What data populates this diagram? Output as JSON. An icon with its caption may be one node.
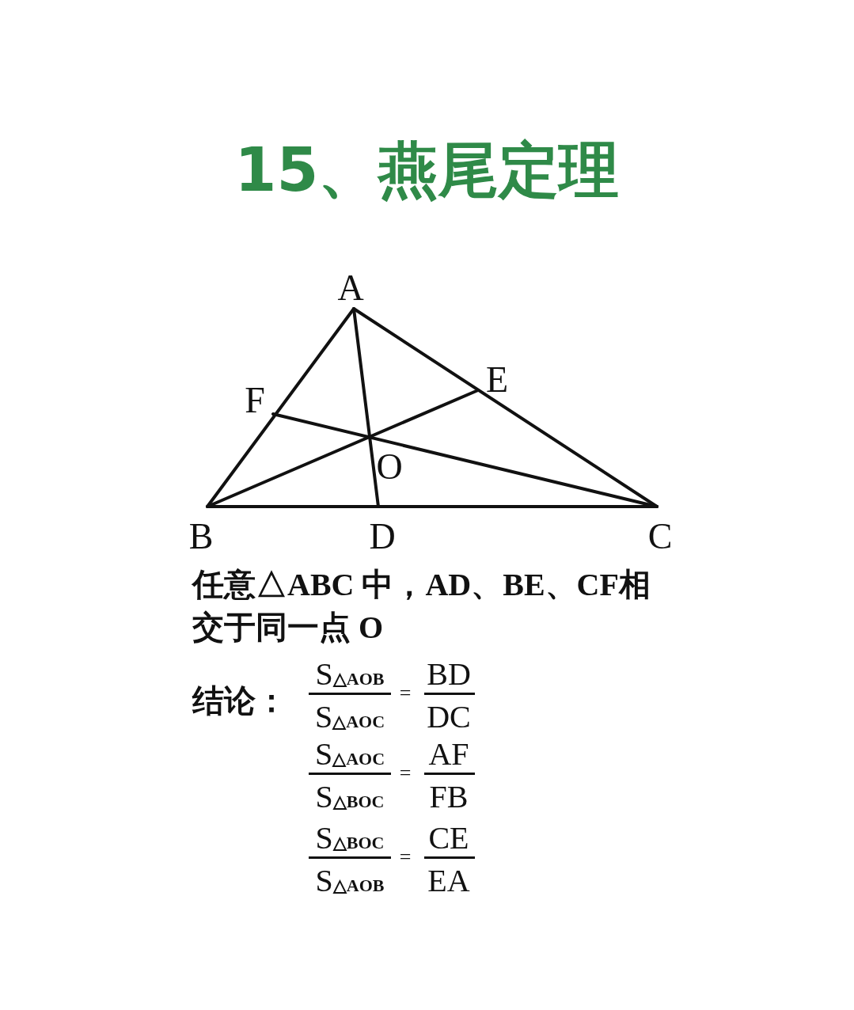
{
  "diagram": {
    "title": "15、燕尾定理",
    "labels": [
      "A",
      "F",
      "E",
      "O",
      "B",
      "D",
      "C",
      "任意△ABC 中，AD、BE、CF相交于同一点 O",
      "结论：",
      "S$_{△AOB}$",
      "S$_{△AOC}$",
      "=",
      "BD",
      "DC",
      "S$_{△AOC}$",
      "S$_{△BOC}$",
      "=",
      "AF",
      "FB",
      "S$_{△BOC}$",
      "S$_{△AOB}$",
      "=",
      "CE",
      "EA"
    ]
  }
}
